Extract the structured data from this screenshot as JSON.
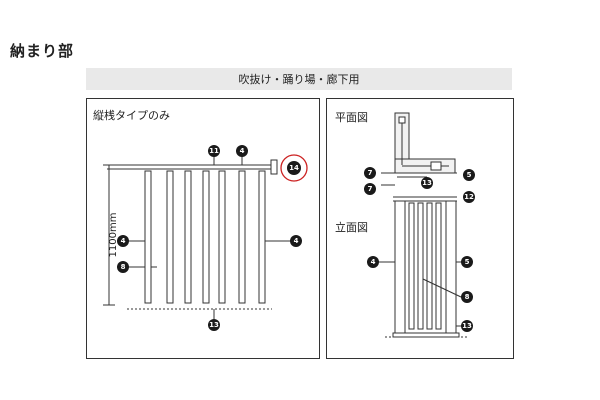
{
  "page_title": "納まり部",
  "banner": "吹抜け・踊り場・廊下用",
  "left_panel": {
    "title": "縦桟タイプのみ",
    "dimension": "1100mm",
    "callouts": [
      "11",
      "4",
      "14",
      "4",
      "8",
      "4",
      "13"
    ]
  },
  "right_panel": {
    "plan_title": "平面図",
    "elevation_title": "立面図",
    "plan_callouts": [
      "7",
      "13",
      "5",
      "7",
      "12"
    ],
    "elevation_callouts": [
      "4",
      "5",
      "8",
      "13"
    ]
  },
  "colors": {
    "line": "#333333",
    "badge": "#1a1a1a",
    "highlight": "#cc2222",
    "banner": "#e9e9e9"
  }
}
